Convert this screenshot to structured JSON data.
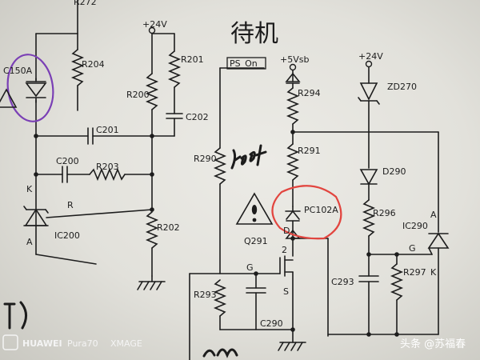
{
  "labels": {
    "r272": "R272",
    "c150a": "C150A",
    "r204": "R204",
    "supply_24v_left": "+24V",
    "r201": "R201",
    "r200": "R200",
    "c202": "C202",
    "c201": "C201",
    "c200": "C200",
    "r203": "R203",
    "k_left": "K",
    "r_net": "R",
    "a_left": "A",
    "ic200": "IC200",
    "r202": "R202",
    "ps_on": "PS_On",
    "supply_5vsb": "+5Vsb",
    "r294": "R294",
    "r290": "R290",
    "r291": "R291",
    "pc102a": "PC102A",
    "d_pin": "D",
    "q291": "Q291",
    "pin_g_mid": "G",
    "pin_2": "2",
    "pin_s": "S",
    "r293": "R293",
    "c290": "C290",
    "supply_24v_right": "+24V",
    "zd270": "ZD270",
    "d290": "D290",
    "r296": "R296",
    "ic290": "IC290",
    "a_right": "A",
    "pin_g_right": "G",
    "k_right": "K",
    "c293": "C293",
    "r297": "R297"
  },
  "handwriting": {
    "standby_title": "待机"
  },
  "watermark": {
    "brand": "HUAWEI",
    "model": "Pura70",
    "ximage": "XMAGE",
    "source": "头条 @苏福春"
  },
  "colors": {
    "paper": "#e6e5df",
    "ink": "#1d1d1d",
    "purple_marker": "#7a3fb5",
    "red_marker": "#e2453f"
  }
}
